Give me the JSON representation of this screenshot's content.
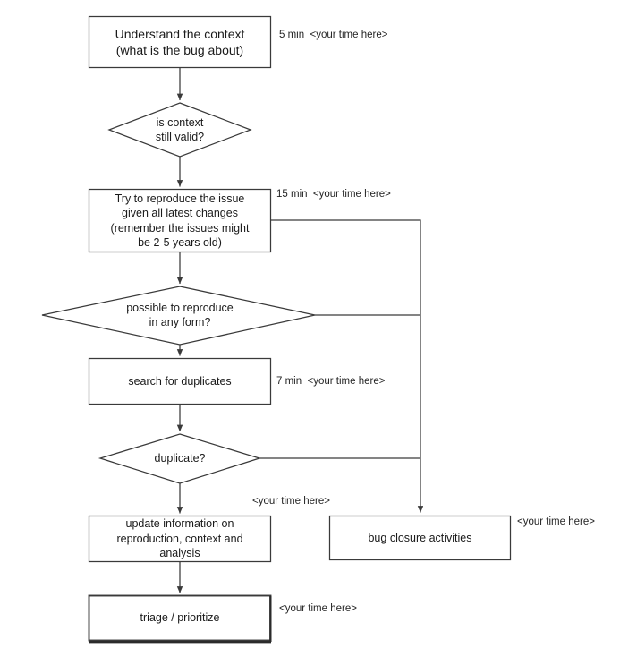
{
  "diagram": {
    "title": "bug triage flowchart",
    "background_color": "#ffffff",
    "line_color": "#3a3a3a",
    "text_color": "#1a1a1a"
  },
  "nodes": [
    {
      "id": "understand-context",
      "type": "process",
      "label": "Understand the context\n(what is the bug about)"
    },
    {
      "id": "is-context-still-valid",
      "type": "decision",
      "label": "is context\nstill valid?"
    },
    {
      "id": "try-to-reproduce",
      "type": "process",
      "label": "Try to reproduce the issue\ngiven all latest changes\n(remember the issues might\nbe 2-5 years old)"
    },
    {
      "id": "possible-to-reproduce",
      "type": "decision",
      "label": "possible to reproduce\nin any form?"
    },
    {
      "id": "search-for-duplicates",
      "type": "process",
      "label": "search for duplicates"
    },
    {
      "id": "duplicate",
      "type": "decision",
      "label": "duplicate?"
    },
    {
      "id": "update-information",
      "type": "process",
      "label": "update information on\nreproduction, context and\nanalysis"
    },
    {
      "id": "bug-closure-activities",
      "type": "process",
      "label": "bug closure activities"
    },
    {
      "id": "triage-prioritize",
      "type": "process",
      "label": "triage / prioritize"
    }
  ],
  "annotations": [
    {
      "id": "note-understand-context",
      "text": "5 min  <your time here>"
    },
    {
      "id": "note-try-to-reproduce",
      "text": "15 min  <your time here>"
    },
    {
      "id": "note-search-for-duplicates",
      "text": "7 min  <your time here>"
    },
    {
      "id": "note-update-information",
      "text": "<your time here>"
    },
    {
      "id": "note-bug-closure-activities",
      "text": "<your time here>"
    },
    {
      "id": "note-triage-prioritize",
      "text": "<your time here>"
    }
  ]
}
